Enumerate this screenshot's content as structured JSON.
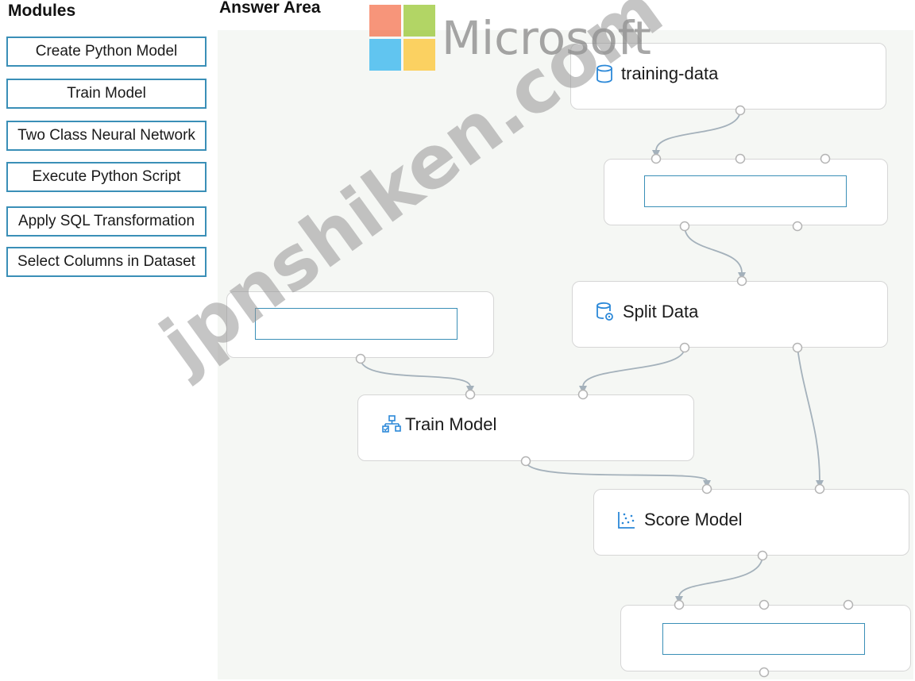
{
  "modules": {
    "title": "Modules",
    "items": [
      "Create Python Model",
      "Train Model",
      "Two Class Neural Network",
      "Execute Python Script",
      "Apply SQL Transformation",
      "Select Columns in Dataset"
    ]
  },
  "answer_area": {
    "title": "Answer Area",
    "nodes": {
      "training_data": {
        "label": "training-data",
        "icon": "database-icon"
      },
      "split_data": {
        "label": "Split Data",
        "icon": "database-settings-icon"
      },
      "train_model": {
        "label": "Train Model",
        "icon": "hierarchy-icon"
      },
      "score_model": {
        "label": "Score Model",
        "icon": "scatter-icon"
      }
    }
  },
  "branding": {
    "logo_text": "Microsoft",
    "logo_colors": [
      "#f25022",
      "#7fba00",
      "#00a4ef",
      "#ffb900"
    ],
    "watermark": "jpnshiken.com"
  },
  "colors": {
    "slot_border": "#3a8fb7",
    "icon": "#2b88d8"
  }
}
